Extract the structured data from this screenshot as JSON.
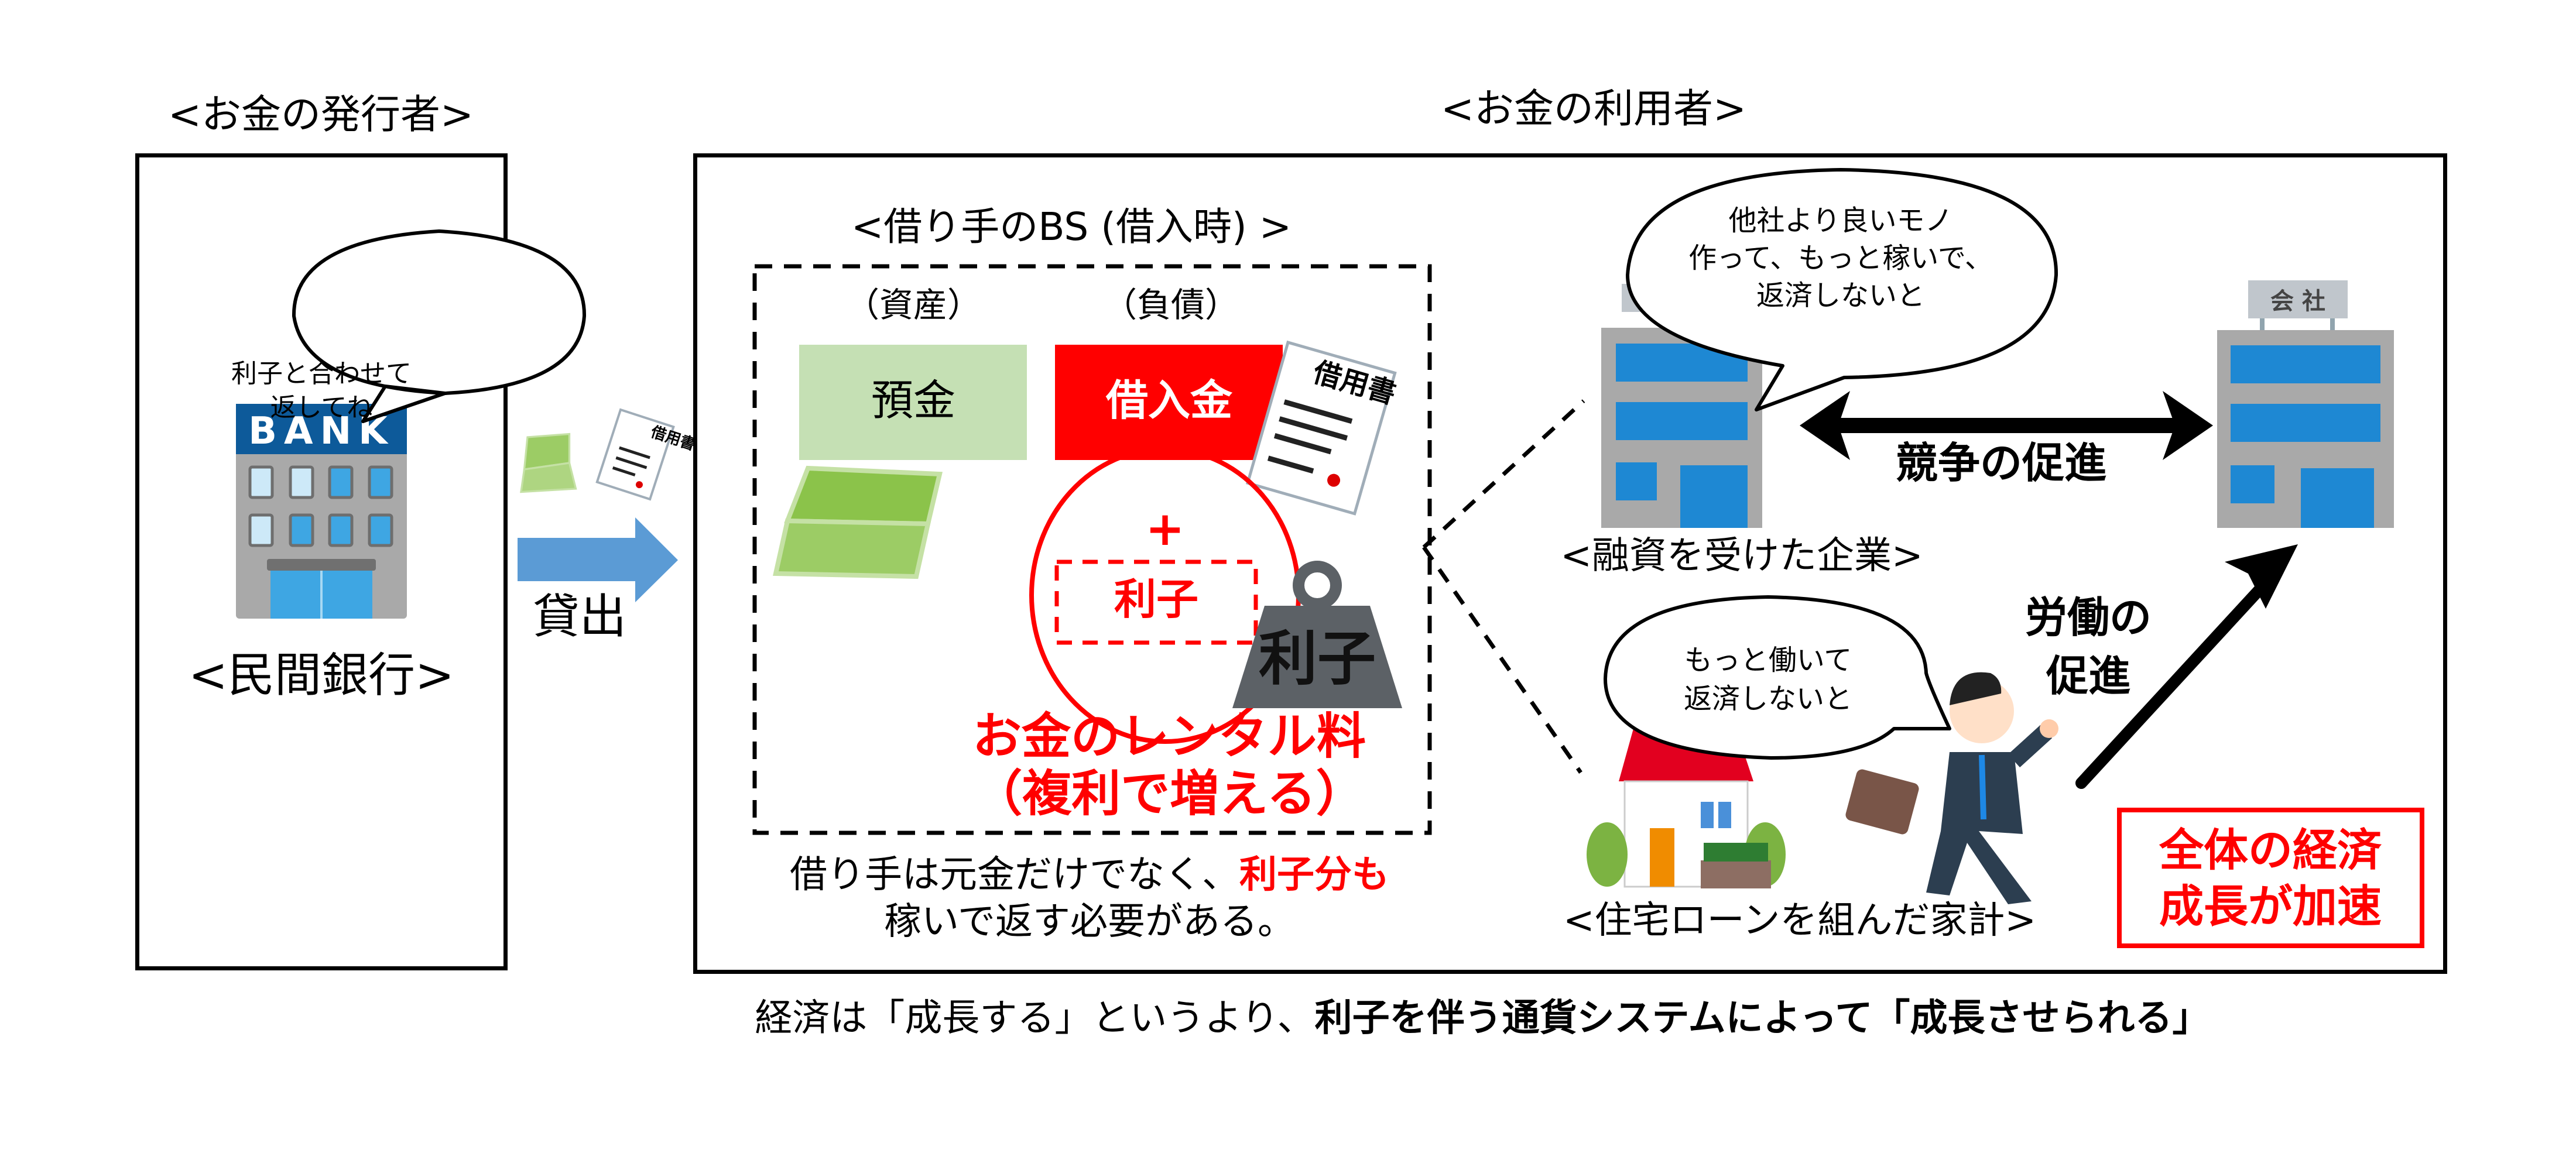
{
  "issuer": {
    "section_title": "<お金の発行者>",
    "bank_sign": "BANK",
    "bank_label": "<民間銀行>",
    "speech": [
      "利子と合わせて",
      "返してね"
    ],
    "loan_doc_label": "借用書",
    "arrow_label": "貸出"
  },
  "user": {
    "section_title": "<お金の利用者>",
    "bs": {
      "title": "<借り手のBS (借入時) >",
      "assets_header": "（資産）",
      "liabilities_header": "（負債）",
      "asset_item": "預金",
      "liability_item": "借入金",
      "loan_doc_label": "借用書",
      "plus": "+",
      "interest_item": "利子",
      "weight_label": "利子",
      "rental_line1": "お金のレンタル料",
      "rental_line2": "（複利で増える）"
    },
    "note": {
      "line1_plain": "借り手は元金だけでなく、",
      "line1_emph": "利子分も",
      "line2": "稼いで返す必要がある。"
    },
    "company": {
      "speech": [
        "他社より良いモノ",
        "作って、もっと稼いで、",
        "返済しないと"
      ],
      "label": "<融資を受けた企業>",
      "rival_sign": "会 社",
      "competition": "競争の促進"
    },
    "household": {
      "speech": [
        "もっと働いて",
        "返済しないと"
      ],
      "label": "<住宅ローンを組んだ家計>",
      "labor": [
        "労働の",
        "促進"
      ]
    },
    "result": [
      "全体の経済",
      "成長が加速"
    ]
  },
  "caption": {
    "plain": "経済は「成長する」というより、",
    "emph": "利子を伴う通貨システムによって「成長させられる」"
  },
  "colors": {
    "asset_green": "#c5e0b4",
    "liability_red": "#ff0000",
    "arrow_blue": "#5b9bd5",
    "accent_red": "#ff0000"
  }
}
